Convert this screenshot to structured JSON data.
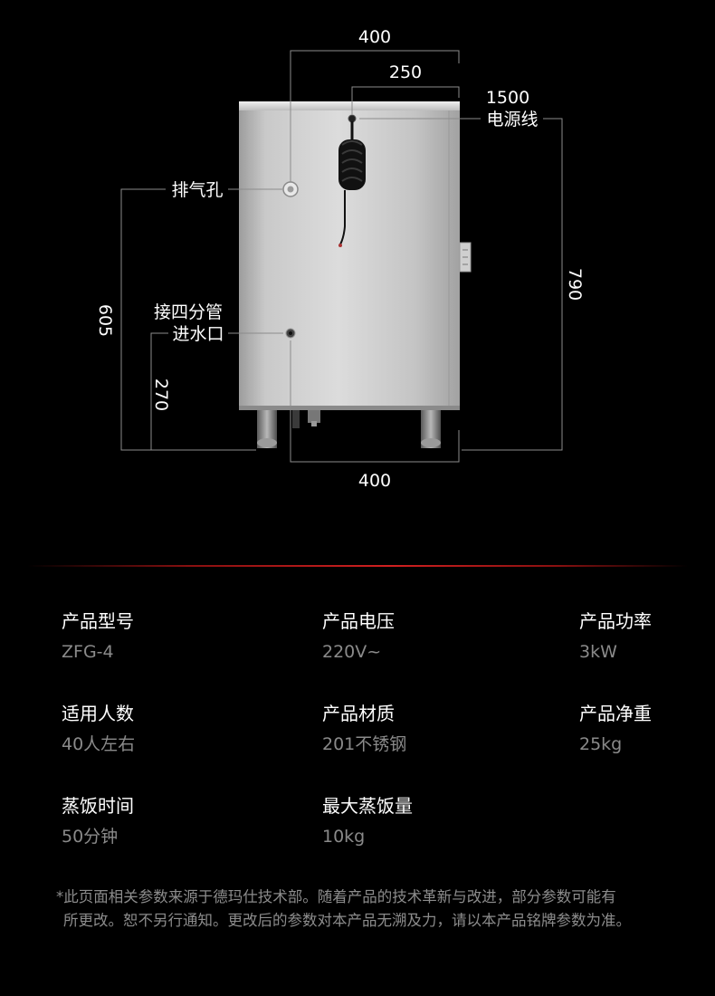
{
  "dimensions": {
    "top_width": "400",
    "inner_width": "250",
    "cable_length": "1500",
    "cable_label": "电源线",
    "height_total": "790",
    "height_vent": "605",
    "height_inlet": "270",
    "bottom_width": "400",
    "vent_label": "排气孔",
    "inlet_label_line1": "接四分管",
    "inlet_label_line2": "进水口"
  },
  "specs": [
    {
      "label": "产品型号",
      "value": "ZFG-4"
    },
    {
      "label": "产品电压",
      "value": "220V~"
    },
    {
      "label": "产品功率",
      "value": "3kW"
    },
    {
      "label": "适用人数",
      "value": "40人左右"
    },
    {
      "label": "产品材质",
      "value": "201不锈钢"
    },
    {
      "label": "产品净重",
      "value": "25kg"
    },
    {
      "label": "蒸饭时间",
      "value": "50分钟"
    },
    {
      "label": "最大蒸饭量",
      "value": "10kg"
    }
  ],
  "note": {
    "line1": "*此页面相关参数来源于德玛仕技术部。随着产品的技术革新与改进，部分参数可能有",
    "line2": "所更改。恕不另行通知。更改后的参数对本产品无溯及力，请以本产品铭牌参数为准。"
  },
  "colors": {
    "background": "#000000",
    "divider": "#d02020",
    "value_text": "#8a8a8a"
  }
}
